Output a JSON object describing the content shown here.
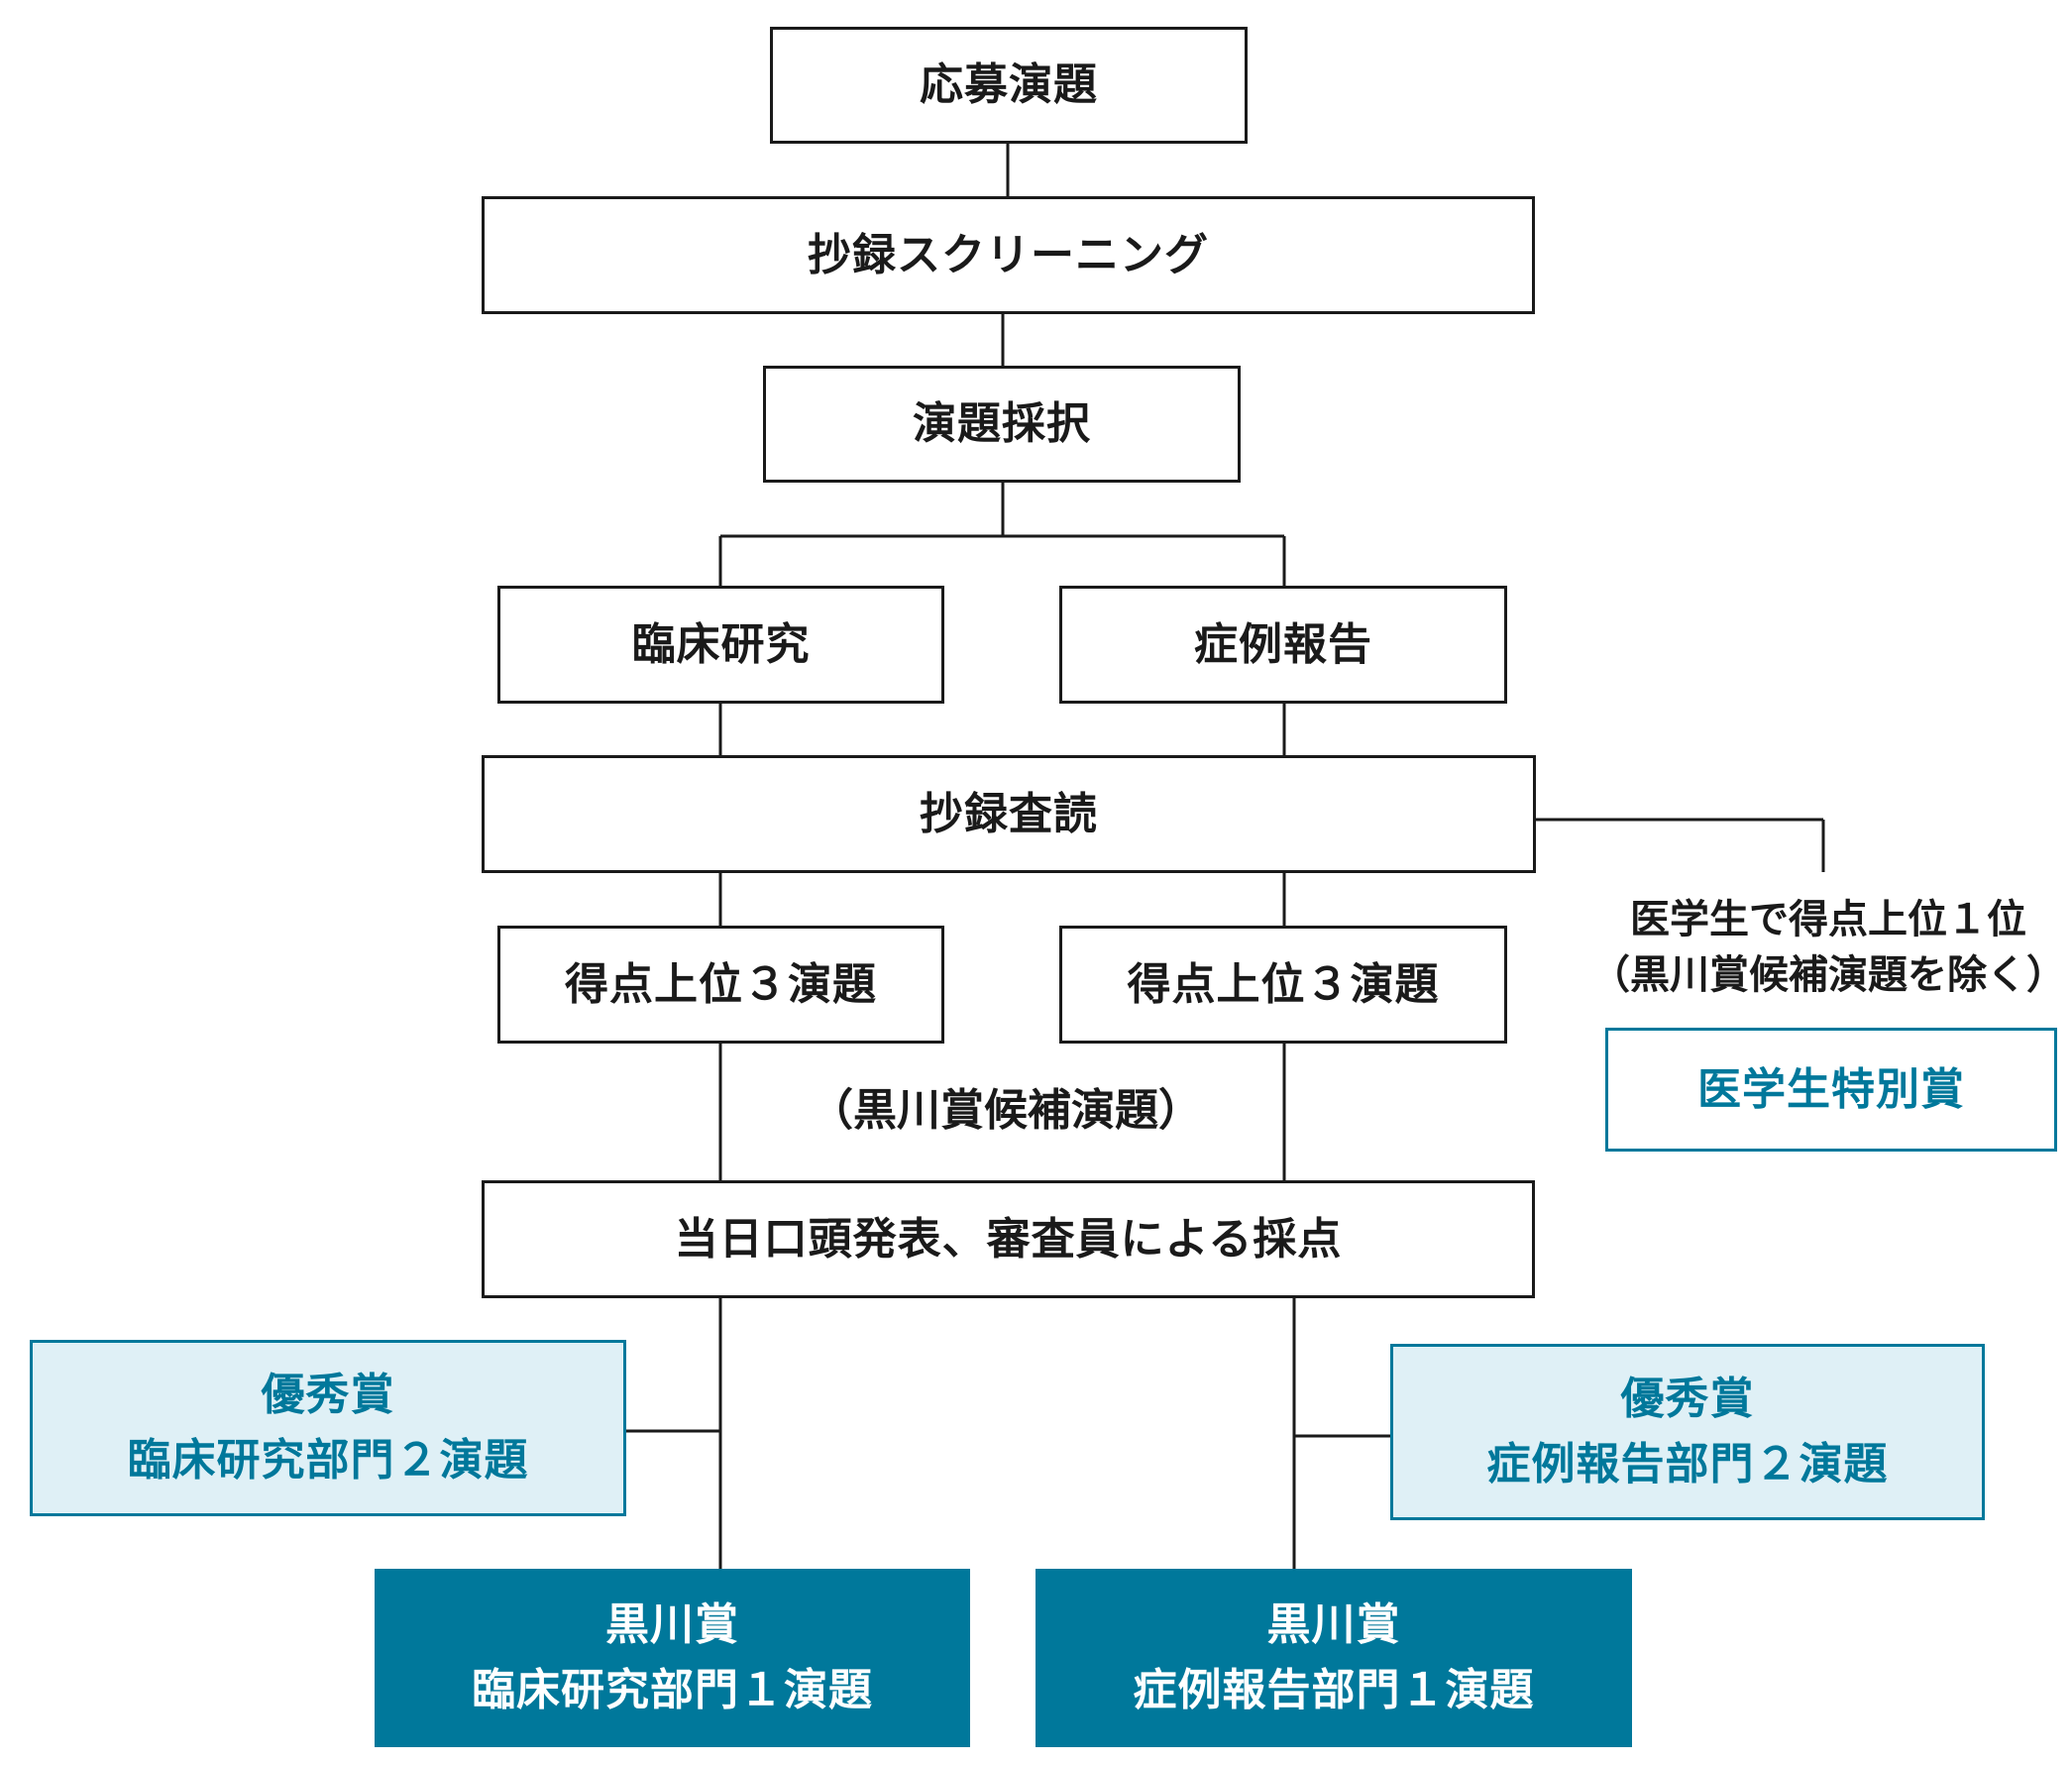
{
  "colors": {
    "line": "#1a1a1a",
    "accent": "#00789b",
    "light_fill": "#dff0f6"
  },
  "nodes": {
    "application": "応募演題",
    "screening": "抄録スクリーニング",
    "adoption": "演題採択",
    "clinical": "臨床研究",
    "case": "症例報告",
    "review": "抄録査読",
    "top3_clinical": "得点上位３演題",
    "top3_case": "得点上位３演題",
    "kurokawa_candidates": "（黒川賞候補演題）",
    "presentation": "当日口頭発表、審査員による採点",
    "student_note_line1": "医学生で得点上位１位",
    "student_note_line2": "（黒川賞候補演題を除く）",
    "student_award": "医学生特別賞",
    "excellence_clinical": {
      "line1": "優秀賞",
      "line2": "臨床研究部門２演題"
    },
    "excellence_case": {
      "line1": "優秀賞",
      "line2": "症例報告部門２演題"
    },
    "kurokawa_clinical": {
      "line1": "黒川賞",
      "line2": "臨床研究部門１演題"
    },
    "kurokawa_case": {
      "line1": "黒川賞",
      "line2": "症例報告部門１演題"
    }
  }
}
